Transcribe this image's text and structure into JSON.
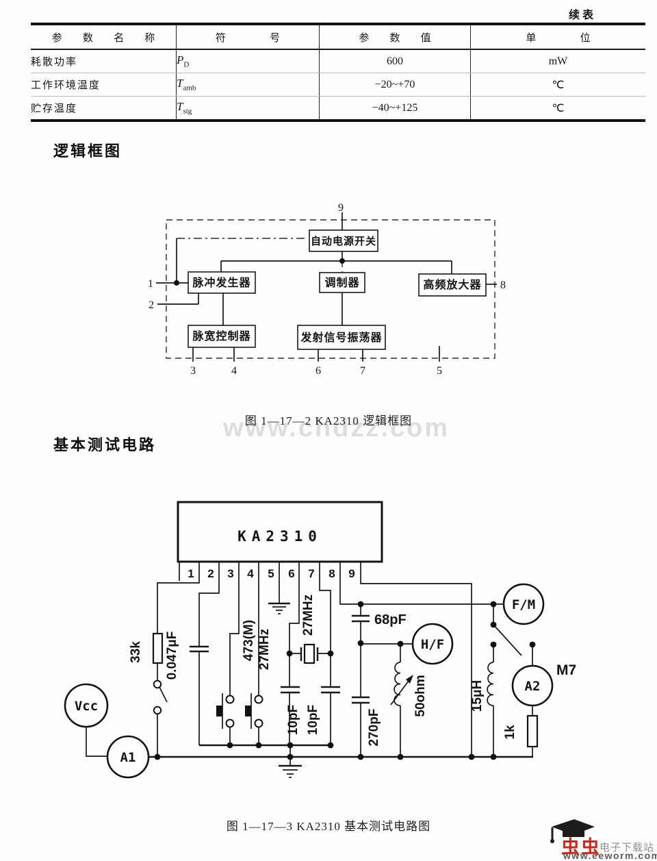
{
  "page": {
    "continued_label": "续表"
  },
  "table": {
    "headers": [
      "参 数 名 称",
      "符 号",
      "参 数 值",
      "单 位"
    ],
    "rows": [
      {
        "name": "耗散功率",
        "symbol_base": "P",
        "symbol_sub": "D",
        "value": "600",
        "unit": "mW"
      },
      {
        "name": "工作环境温度",
        "symbol_base": "T",
        "symbol_sub": "amb",
        "value": "−20~+70",
        "unit": "℃"
      },
      {
        "name": "贮存温度",
        "symbol_base": "T",
        "symbol_sub": "stg",
        "value": "−40~+125",
        "unit": "℃"
      }
    ]
  },
  "logic_section": {
    "heading": "逻辑框图",
    "caption": "图 1—17—2  KA2310 逻辑框图",
    "watermark": "www.chdzz.com",
    "blocks": {
      "power_switch": "自动电源开关",
      "pulse_generator": "脉冲发生器",
      "modulator": "调制器",
      "hf_amplifier": "高频放大器",
      "pulse_width_controller": "脉宽控制器",
      "tx_oscillator": "发射信号振荡器"
    },
    "pins": {
      "p1": "1",
      "p2": "2",
      "p3": "3",
      "p4": "4",
      "p5": "5",
      "p6": "6",
      "p7": "7",
      "p8": "8",
      "p9": "9"
    }
  },
  "test_section": {
    "heading": "基本测试电路",
    "caption": "图 1—17—3  KA2310 基本测试电路图",
    "chip_label": "KA2310",
    "chip_pins": [
      "1",
      "2",
      "3",
      "4",
      "5",
      "6",
      "7",
      "8",
      "9"
    ],
    "components": {
      "r33k": "33k",
      "c047": "0.047μF",
      "code473": "473(M)",
      "f27a": "27MHz",
      "f27b": "27MHz",
      "c68": "68pF",
      "c10a": "10pF",
      "c10b": "10pF",
      "c270": "270pF",
      "r50": "50ohm",
      "l15": "15μH",
      "r1k": "1k",
      "m7": "M7"
    },
    "nodes": {
      "vcc": "Vcc",
      "a1": "A1",
      "a2": "A2",
      "hf": "H/F",
      "fm": "F/M"
    }
  },
  "footer": {
    "brand_cn": "虫虫",
    "brand_suffix": "电子下载站",
    "brand_url": "www.eeworm.com"
  }
}
